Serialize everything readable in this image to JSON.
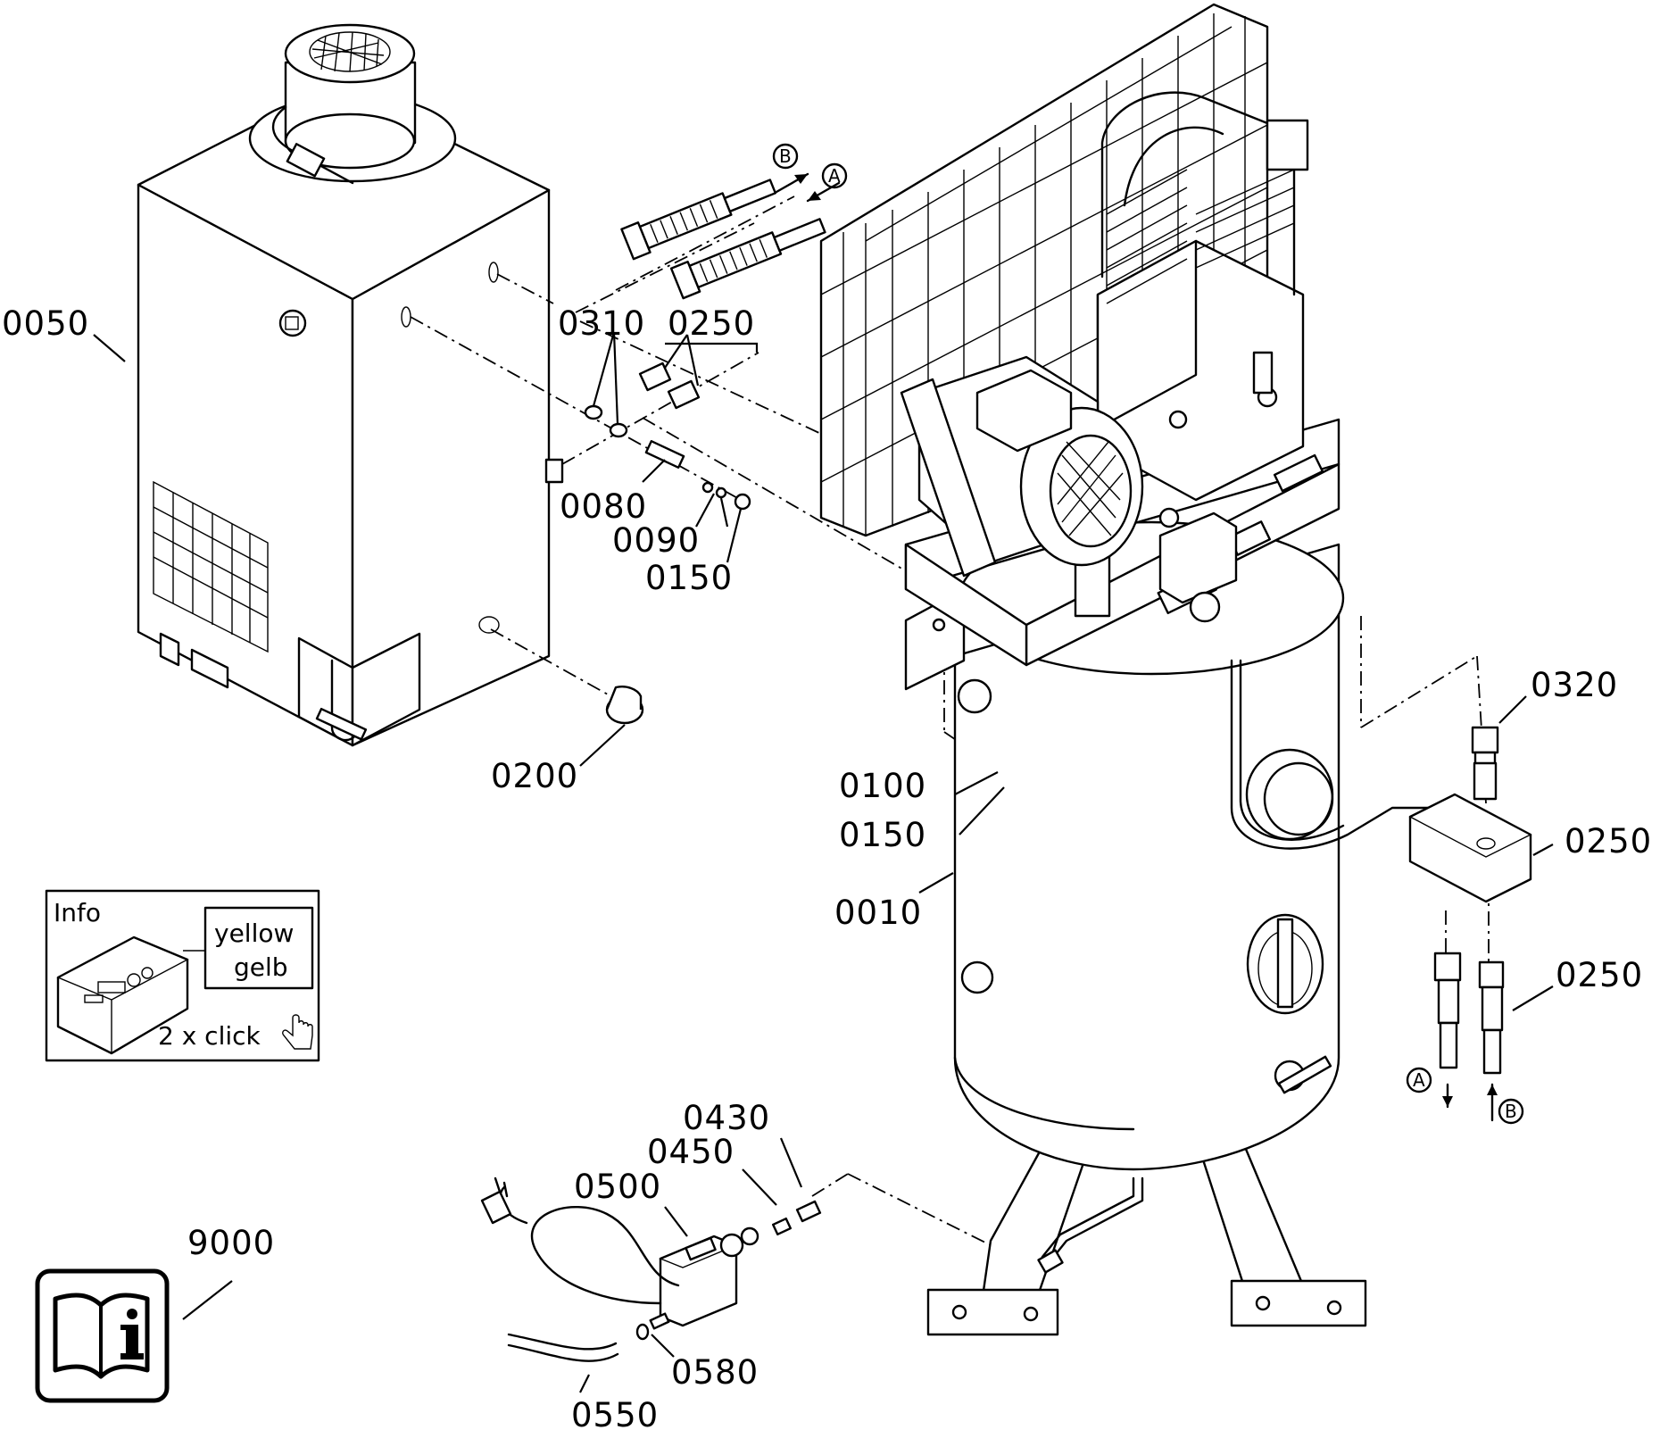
{
  "callouts": {
    "c0050": "0050",
    "c0310": "0310",
    "c0250_top": "0250",
    "c0080": "0080",
    "c0090": "0090",
    "c0150_a": "0150",
    "c0200": "0200",
    "c0100": "0100",
    "c0150_b": "0150",
    "c0010": "0010",
    "c0320": "0320",
    "c0250_mid": "0250",
    "c0250_low": "0250",
    "c0430": "0430",
    "c0450": "0450",
    "c0500": "0500",
    "c0580": "0580",
    "c0550": "0550",
    "c9000": "9000"
  },
  "flow_marks": {
    "a_top": "A",
    "b_top": "B",
    "a_bottom": "A",
    "b_bottom": "B"
  },
  "info_box": {
    "title": "Info",
    "color_en": "yellow",
    "color_de": "gelb",
    "hint": "2 x click"
  },
  "icons": [
    "manual-info-icon",
    "hand-pointer-icon"
  ]
}
